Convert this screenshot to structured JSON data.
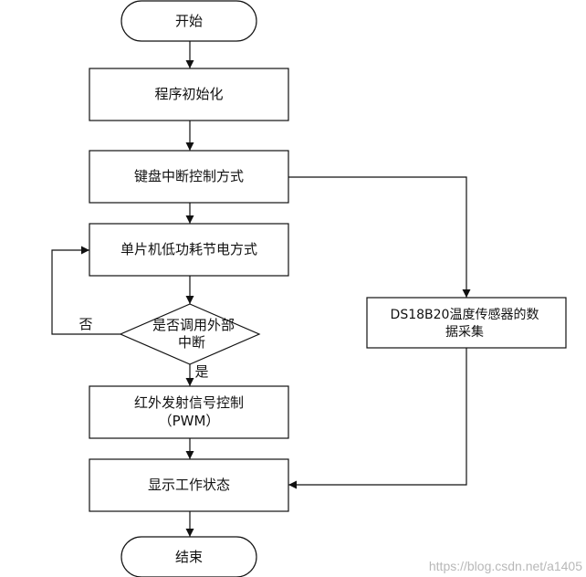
{
  "flowchart": {
    "start": "开始",
    "init": "程序初始化",
    "keyboard_interrupt": "键盘中断控制方式",
    "low_power": "单片机低功耗节电方式",
    "decision_line1": "是否调用外部",
    "decision_line2": "中断",
    "decision_no": "否",
    "decision_yes": "是",
    "ir_line1": "红外发射信号控制",
    "ir_line2": "（PWM）",
    "sensor_line1": "DS18B20温度传感器的数",
    "sensor_line2": "据采集",
    "display": "显示工作状态",
    "end": "结束"
  },
  "watermark": "https://blog.csdn.net/a1405",
  "colors": {
    "stroke": "#111111",
    "background": "#ffffff",
    "watermark": "#b8b8b8"
  }
}
